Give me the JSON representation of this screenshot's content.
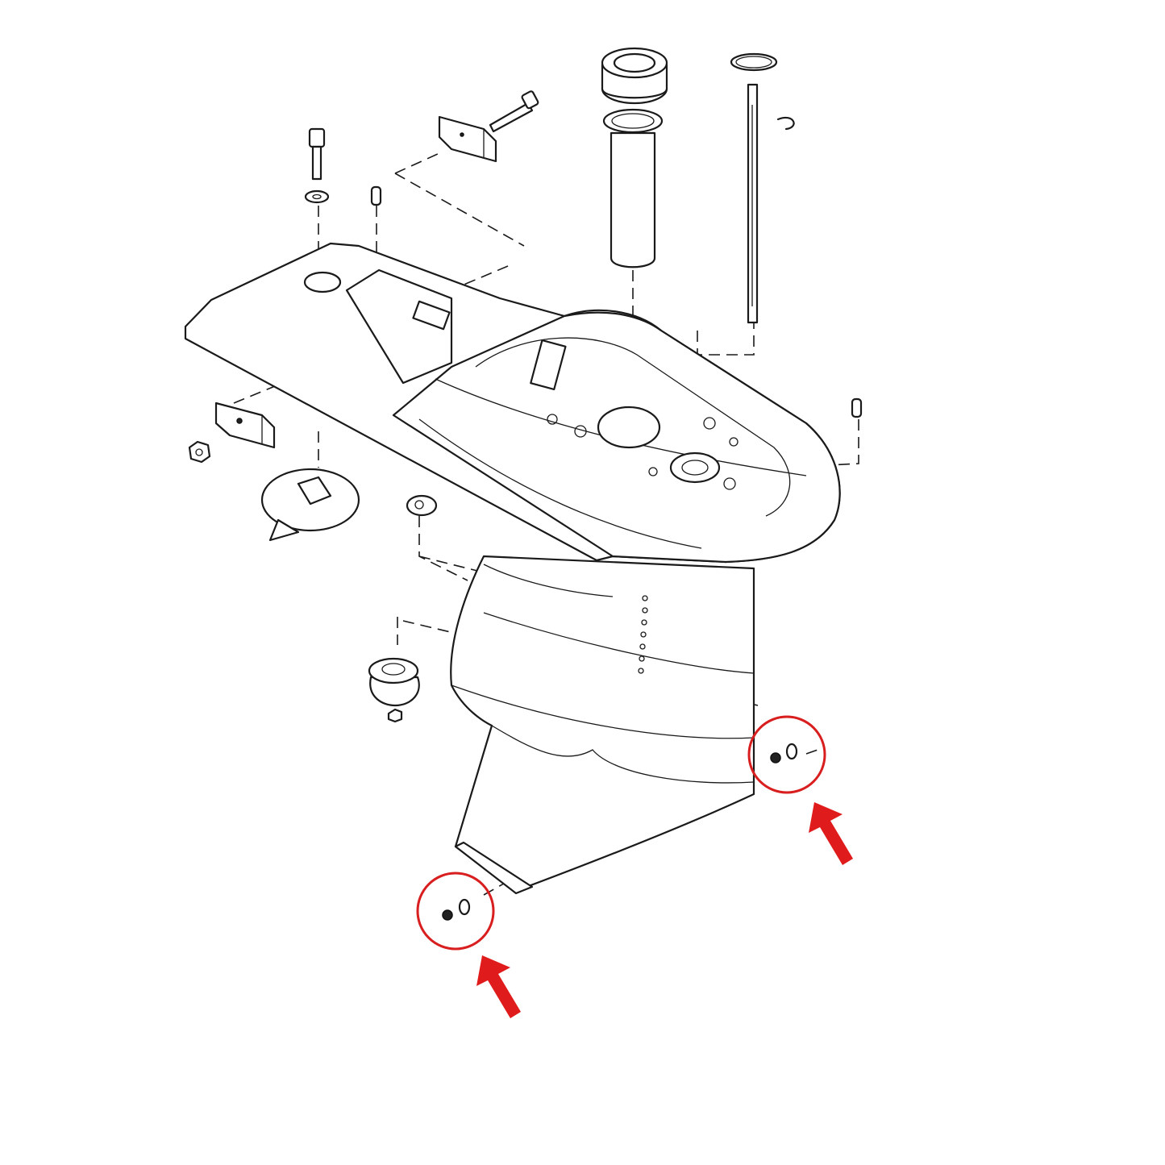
{
  "diagram": {
    "type": "exploded-parts-view",
    "subject": "outboard-lower-unit-gearcase",
    "line_color": "#1a1a1a",
    "background": "#ffffff",
    "highlight_color": "#d81e1e",
    "highlights": [
      {
        "part": "drain-screw-and-washer-upper",
        "marker": "circle-with-arrow"
      },
      {
        "part": "drain-screw-and-washer-lower",
        "marker": "circle-with-arrow"
      }
    ],
    "parts": [
      "bolt",
      "washer",
      "anode-block",
      "dowel-pin",
      "bearing",
      "water-tube",
      "o-ring",
      "drive-shaft",
      "clip",
      "trim-tab-anode",
      "nut",
      "grommet",
      "gearcase-housing"
    ]
  }
}
